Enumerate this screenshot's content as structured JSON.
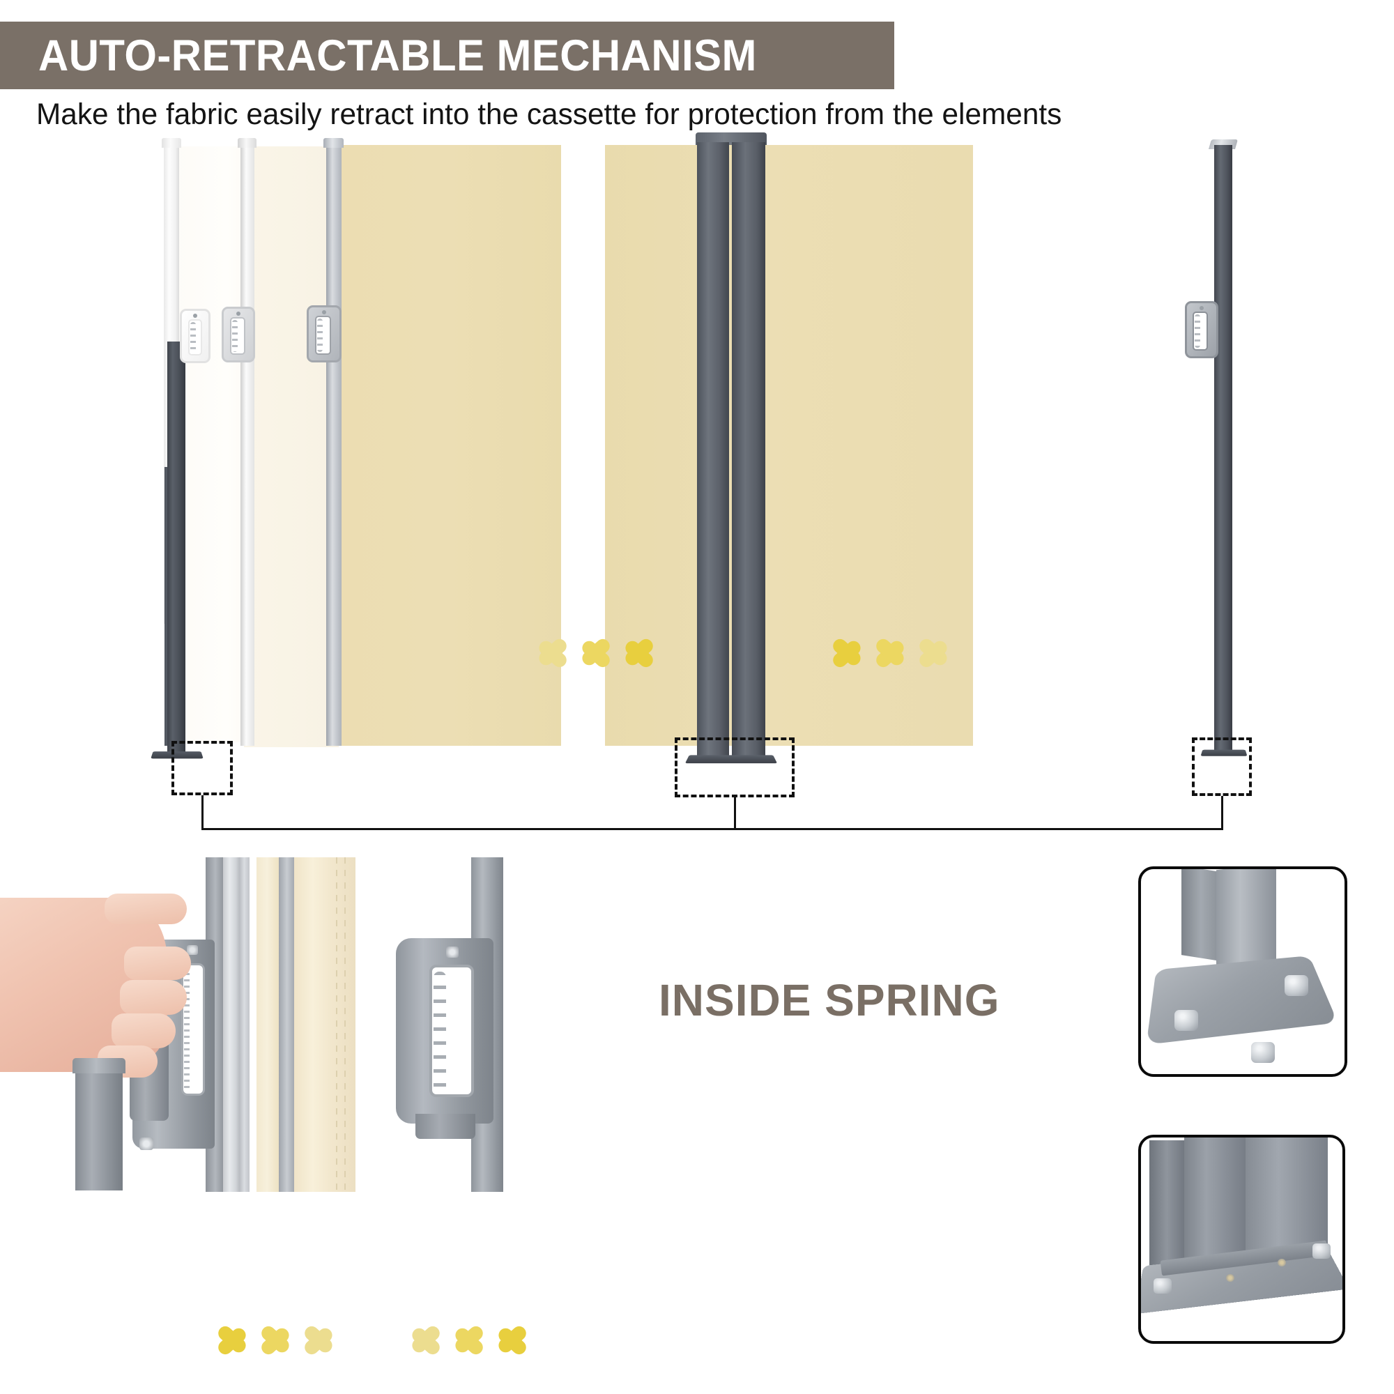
{
  "header": {
    "banner_title": "AUTO-RETRACTABLE MECHANISM",
    "subtitle": "Make the fabric easily retract into the cassette for protection from the elements",
    "banner_color": "#7a7067",
    "banner_text_color": "#ffffff",
    "subtitle_color": "#141414"
  },
  "main_illustration": {
    "name": "retractable-side-awning-diagram",
    "description": "Double retractable side awning screen shown mid-retraction with ghosted stages",
    "fabric_color": "#ecdeb4",
    "fabric_ghost_color": "#fdfbf7",
    "pole_color": "#4a4f58",
    "rail_color": "#b2b7bd",
    "panels": [
      {
        "label": "ghost-stage-1",
        "tone": "faded-white"
      },
      {
        "label": "ghost-stage-2",
        "tone": "faded-cream"
      },
      {
        "label": "extended-left-panel",
        "tone": "solid-beige"
      },
      {
        "label": "extended-right-panel",
        "tone": "solid-beige"
      }
    ],
    "handles": [
      {
        "label": "handle-stage-1"
      },
      {
        "label": "handle-stage-2"
      },
      {
        "label": "handle-stage-3"
      },
      {
        "label": "handle-right-end"
      }
    ],
    "arrows": {
      "right_group_label": "retract-right-arrows",
      "left_group_label": "retract-left-arrows",
      "colors": [
        "#ecdd8f",
        "#ecd761",
        "#e8cf3e"
      ]
    },
    "callouts": [
      {
        "label": "left-pole-base-callout"
      },
      {
        "label": "center-cassette-base-callout"
      },
      {
        "label": "right-pole-base-callout"
      }
    ]
  },
  "detail_photos": [
    {
      "name": "hand-gripping-handle",
      "caption": "",
      "description": "Hand pulling the awning handle out of the cassette rail"
    },
    {
      "name": "handle-closeup",
      "caption": "",
      "description": "Close view of the grip handle with ribbed finger slots and fabric edge stitching"
    }
  ],
  "labels": {
    "inside_spring": "INSIDE SPRING",
    "inside_spring_color": "#7a6f65"
  },
  "insets": [
    {
      "name": "base-plate-with-bolts",
      "description": "Pole base plate secured with four hex bolts",
      "border_color": "#0a0a0a"
    },
    {
      "name": "double-cassette-foot-plate",
      "description": "Double cassette mounted on a floor plate with bolts",
      "border_color": "#0a0a0a"
    }
  ],
  "bottom_arrows": {
    "left_group_label": "retract-left-arrows-bottom",
    "right_group_label": "retract-right-arrows-bottom",
    "colors": [
      "#e8cf3e",
      "#ecd761",
      "#ecdd8f"
    ]
  }
}
